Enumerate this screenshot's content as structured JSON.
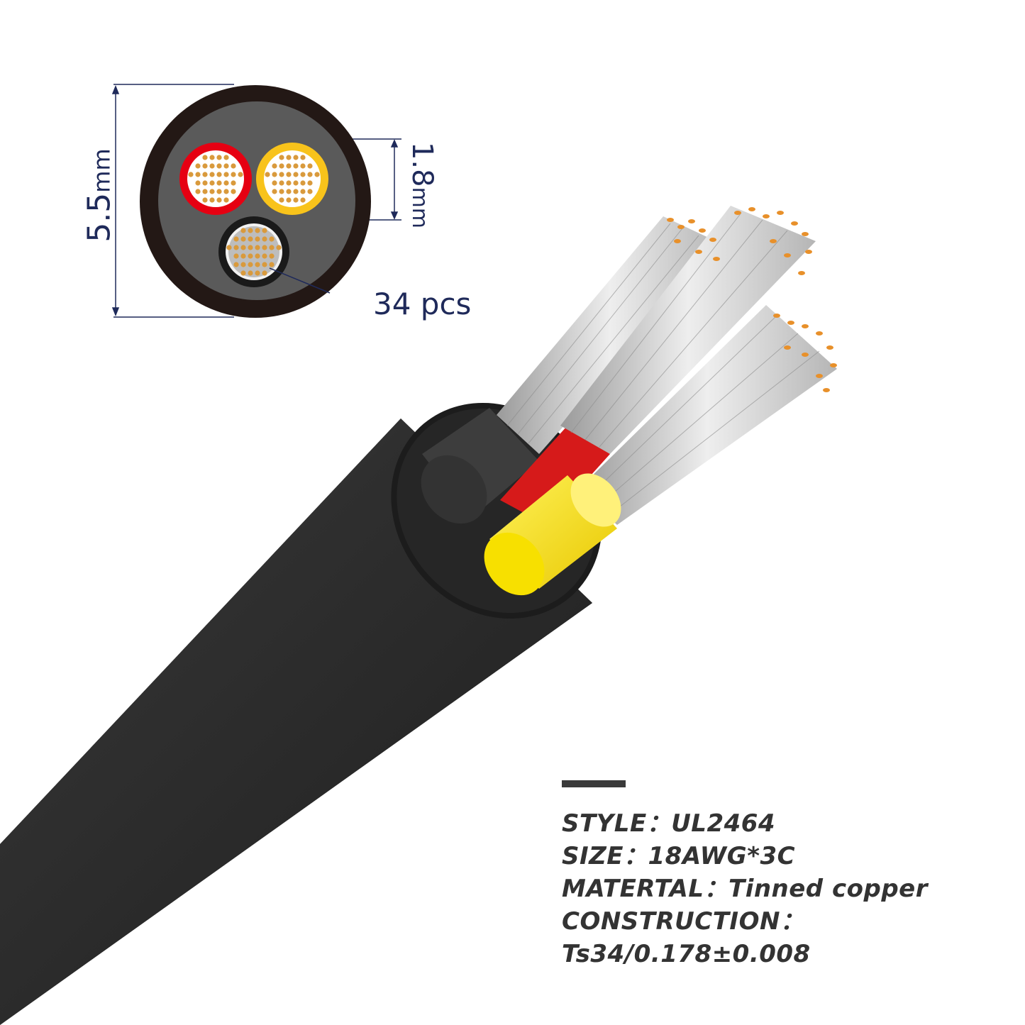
{
  "cross_section": {
    "diameter_value": "5.5",
    "diameter_unit": "mm",
    "conductor_value": "1.8",
    "conductor_unit": "mm",
    "strand_count_label": "34 pcs",
    "colors": {
      "outer_jacket": "#231815",
      "filler": "#5a5a5a",
      "red_insulation": "#e60012",
      "yellow_insulation": "#f8c31b",
      "black_insulation": "#1a1a1a",
      "strand": "#d99a3c",
      "dimension_line": "#1f2a5a"
    }
  },
  "product_render": {
    "jacket_color": "#2b2b2b",
    "cores": [
      "black",
      "red",
      "yellow"
    ],
    "strand_metal": "tinned copper (silver wires, copper-colored ends)"
  },
  "specs": {
    "lines": [
      "STYLE：UL2464",
      "SIZE：18AWG*3C",
      "MATERTAL：Tinned copper",
      "CONSTRUCTION：",
      "Ts34/0.178±0.008"
    ]
  }
}
